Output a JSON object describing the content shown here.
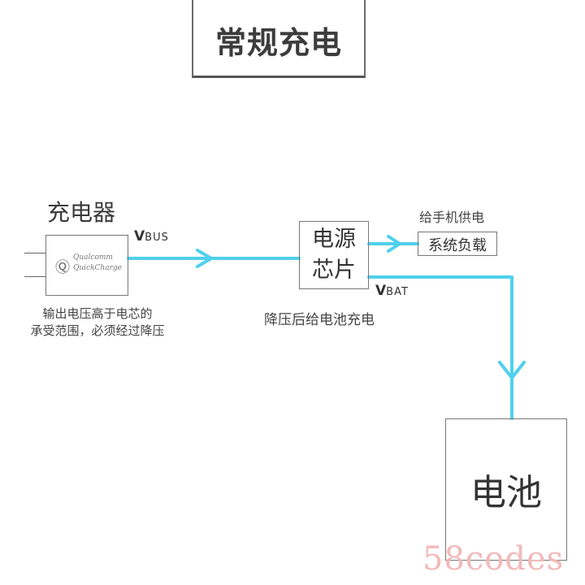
{
  "title": "常规充电",
  "colors": {
    "wire": "#4fd0ec",
    "outline": "#777777",
    "watermark": "#f2b9b9"
  },
  "charger": {
    "label": "充电器",
    "logo_icon": "qualcomm-logo-icon",
    "logo_line1": "Qualcomm",
    "logo_line2": "QuickCharge",
    "output_label_main": "V",
    "output_label_sub": "BUS",
    "note_line1": "输出电压高于电芯的",
    "note_line2": "承受范围，必须经过降压"
  },
  "power_chip": {
    "line1": "电源",
    "line2": "芯片",
    "output_label_main": "V",
    "output_label_sub": "BAT",
    "note": "降压后给电池充电"
  },
  "system_load": {
    "caption": "给手机供电",
    "label": "系统负载"
  },
  "battery": {
    "label": "电池"
  },
  "watermark": "58codes"
}
